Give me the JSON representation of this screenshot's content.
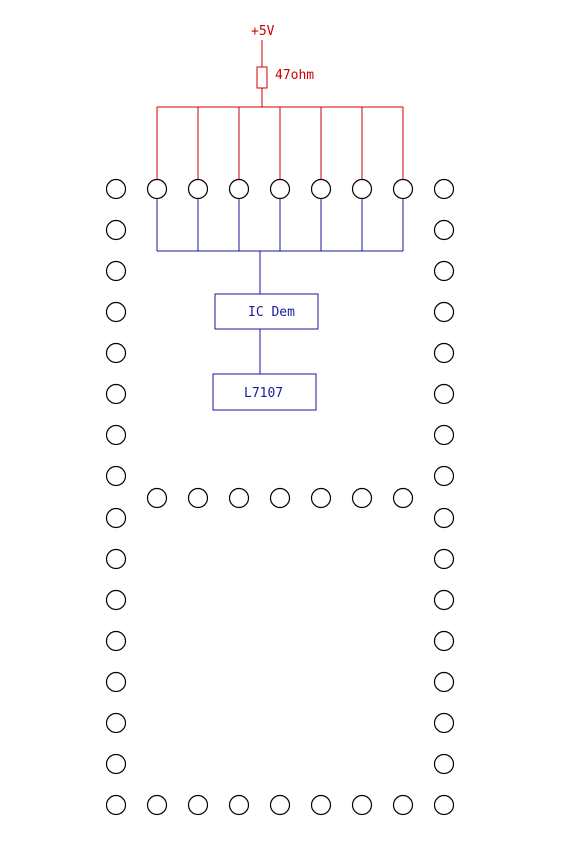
{
  "supply": {
    "label": "+5V",
    "color": "#d00000"
  },
  "resistor": {
    "label": "47ohm"
  },
  "chips": {
    "decoder": {
      "label": "IC Dem"
    },
    "driver": {
      "label": "L7107"
    }
  },
  "colors": {
    "supply_wiring": "#d00000",
    "logic_wiring": "#1a1a9a",
    "led_outline": "#000000"
  },
  "led_grid": {
    "columns": 9,
    "rows": 16,
    "lit_segments": "top row leds 2-8 wired; middle bar leds 2-8; bottom row full; left and right columns full"
  }
}
